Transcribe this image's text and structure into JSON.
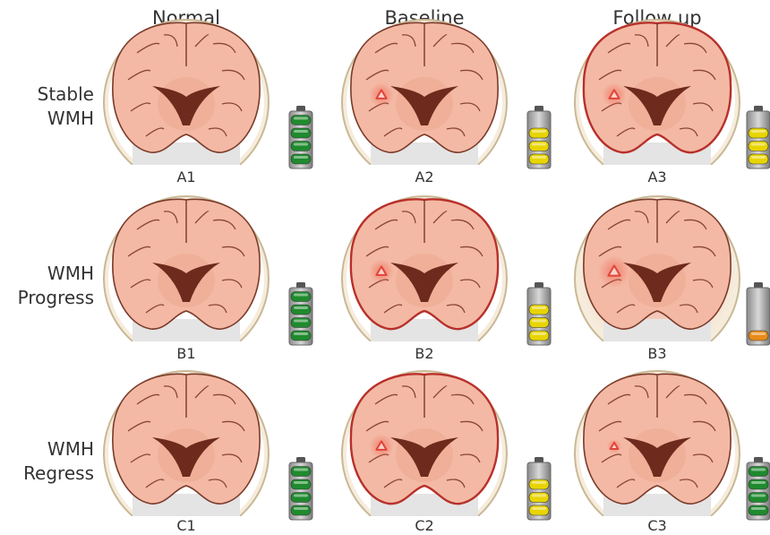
{
  "columns": [
    "Normal",
    "Baseline",
    "Follow up"
  ],
  "rows": [
    {
      "label": [
        "Stable",
        "WMH"
      ]
    },
    {
      "label": [
        "WMH",
        "Progress"
      ]
    },
    {
      "label": [
        "WMH",
        "Regress"
      ]
    }
  ],
  "cells": [
    [
      {
        "id": "A1",
        "lesion": 0,
        "halo": 0,
        "battery": {
          "filled": 4,
          "color": "#1f8a2e"
        }
      },
      {
        "id": "A2",
        "lesion": 0.7,
        "halo": 0,
        "battery": {
          "filled": 3,
          "color": "#e8d400"
        }
      },
      {
        "id": "A3",
        "lesion": 0.7,
        "halo": 0,
        "rim": true,
        "battery": {
          "filled": 3,
          "color": "#e8d400"
        }
      }
    ],
    [
      {
        "id": "B1",
        "lesion": 0,
        "halo": 0,
        "battery": {
          "filled": 4,
          "color": "#1f8a2e"
        }
      },
      {
        "id": "B2",
        "lesion": 0.7,
        "halo": 0,
        "rim": true,
        "battery": {
          "filled": 3,
          "color": "#e8d400"
        }
      },
      {
        "id": "B3",
        "lesion": 1.0,
        "halo": 1,
        "battery": {
          "filled": 1,
          "color": "#e88a1a"
        }
      }
    ],
    [
      {
        "id": "C1",
        "lesion": 0,
        "halo": 0,
        "battery": {
          "filled": 4,
          "color": "#1f8a2e"
        }
      },
      {
        "id": "C2",
        "lesion": 0.7,
        "halo": 0,
        "rim": true,
        "battery": {
          "filled": 3,
          "color": "#e8d400"
        }
      },
      {
        "id": "C3",
        "lesion": 0.3,
        "halo": 0,
        "battery": {
          "filled": 4,
          "color": "#1f8a2e"
        }
      }
    ]
  ]
}
